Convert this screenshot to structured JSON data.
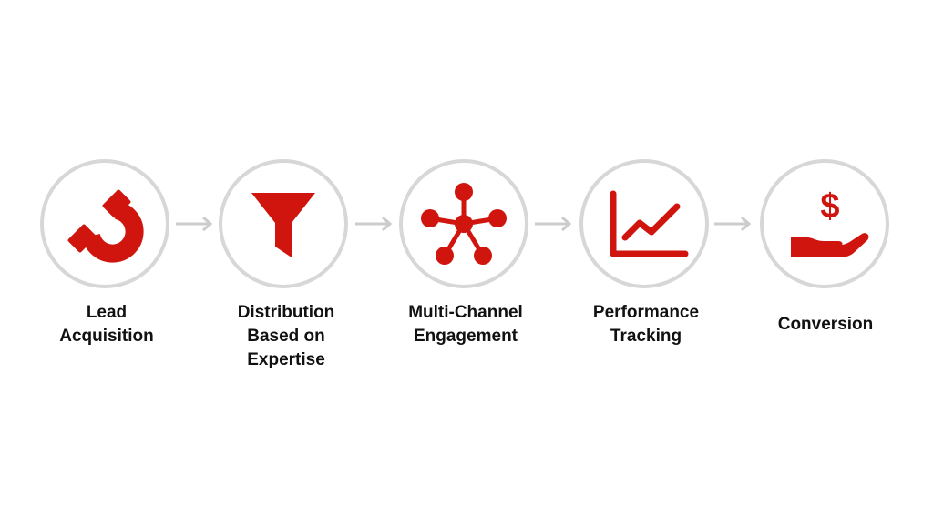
{
  "accent_color": "#d0140e",
  "border_color": "#d7d7d7",
  "steps": [
    {
      "icon": "magnet-icon",
      "label_lines": [
        "Lead",
        "Acquisition"
      ]
    },
    {
      "icon": "funnel-icon",
      "label_lines": [
        "Distribution",
        "Based on",
        "Expertise"
      ]
    },
    {
      "icon": "network-hub-icon",
      "label_lines": [
        "Multi-Channel",
        "Engagement"
      ]
    },
    {
      "icon": "line-chart-icon",
      "label_lines": [
        "Performance",
        "Tracking"
      ]
    },
    {
      "icon": "hand-dollar-icon",
      "label_lines": [
        "Conversion"
      ]
    }
  ]
}
